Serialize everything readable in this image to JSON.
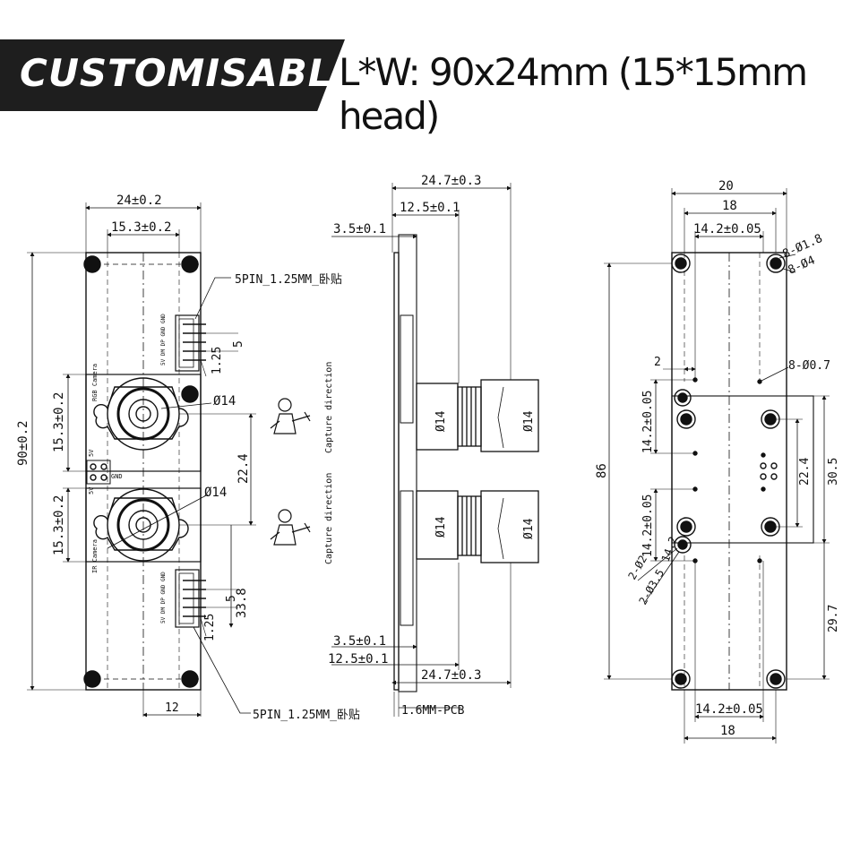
{
  "banner": {
    "left_text": "CUSTOMISABLE",
    "right_text": "L*W: 90x24mm (15*15mm head)"
  },
  "front_view": {
    "width_total": "24±0.2",
    "width_inner": "15.3±0.2",
    "length_total": "90±0.2",
    "head_height_top": "15.3±0.2",
    "head_height_bottom": "15.3±0.2",
    "lens_center_spacing": "22.4",
    "connector_offset": "33.8",
    "lens_dia_top": "Ø14",
    "lens_dia_bottom": "Ø14",
    "connector_top_label": "5PIN_1.25MM_卧贴",
    "connector_bottom_label": "5PIN_1.25MM_卧贴",
    "pin_pitch_top": "5",
    "pin_pitch_bottom": "5",
    "pin_gap_top": "1.25",
    "pin_gap_bottom": "1.25",
    "bottom_width": "12",
    "cam_top_label": "RGB Camera",
    "cam_bottom_label": "IR Camera",
    "pins_top": "5V DM DP GND GND",
    "pins_bottom": "5V DM DP GND GND",
    "pad_5v": "5V",
    "pad_gnd": "GND",
    "pad_5v_2": "5V"
  },
  "capture": {
    "label_top": "Capture direction",
    "label_bottom": "Capture direction"
  },
  "side_view": {
    "total_top": "24.7±0.3",
    "inner_top": "12.5±0.1",
    "step_top": "3.5±0.1",
    "step_bottom": "3.5±0.1",
    "inner_bottom": "12.5±0.1",
    "total_bottom": "24.7±0.3",
    "pcb_label": "1.6MM-PCB",
    "lens_dia_1": "Ø14",
    "lens_dia_2": "Ø14",
    "lens_dia_3": "Ø14",
    "lens_dia_4": "Ø14"
  },
  "back_view": {
    "width_total": "20",
    "width_mid": "18",
    "width_inner": "14.2±0.05",
    "hole_outer": "8-Ø1.8",
    "hole_ring": "8-Ø4",
    "hole_small": "8-Ø0.7",
    "offset_2": "2",
    "length_86": "86",
    "left_142_a": "14.2±0.05",
    "left_142_b": "14.2±0.05",
    "small_holes_1": "2-Ø2",
    "small_holes_2": "2-Ø3.5",
    "inner_142_c": "14.2",
    "spacing_224": "22.4",
    "spacing_305": "30.5",
    "spacing_297": "29.7",
    "bottom_width_inner": "14.2±0.05",
    "bottom_width_mid": "18"
  }
}
